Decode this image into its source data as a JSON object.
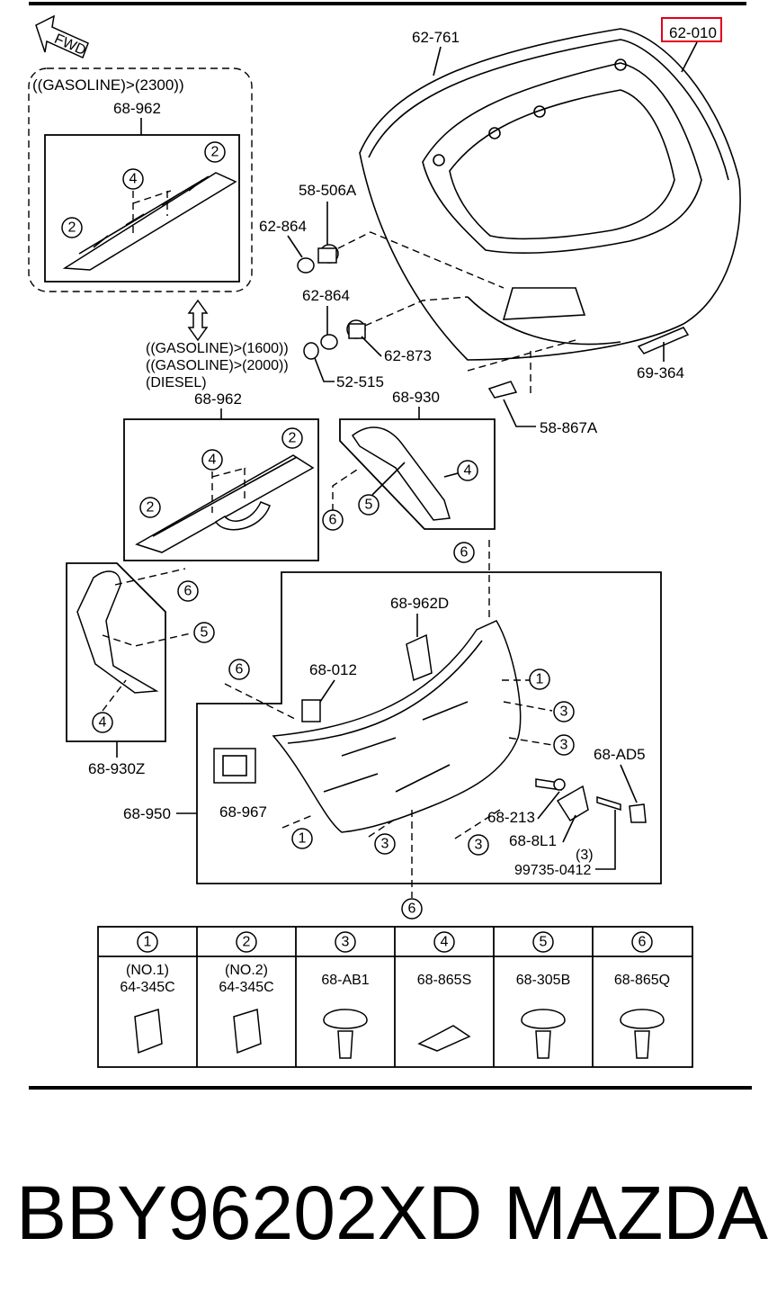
{
  "fwd_label": "FWD",
  "top_inset": {
    "condition": "((GASOLINE)>(2300))",
    "part": "68-962",
    "refs": [
      "4",
      "2",
      "2"
    ]
  },
  "labels": {
    "p62_761": "62-761",
    "p62_010": "62-010",
    "p58_506A": "58-506A",
    "p62_864a": "62-864",
    "p62_864b": "62-864",
    "p62_873": "62-873",
    "p52_515": "52-515",
    "p69_364": "69-364",
    "p58_867A": "58-867A",
    "p68_930": "68-930",
    "p68_962": "68-962",
    "p68_962D": "68-962D",
    "p68_012": "68-012",
    "p68_AD5": "68-AD5",
    "p68_213": "68-213",
    "p68_8L1": "68-8L1",
    "p3": "(3)",
    "p99735": "99735-0412",
    "p68_967": "68-967",
    "p68_950": "68-950",
    "p68_930Z": "68-930Z"
  },
  "conditions": [
    "((GASOLINE)>(1600))",
    "((GASOLINE)>(2000))",
    "(DIESEL)"
  ],
  "refs": {
    "r1": "1",
    "r2": "2",
    "r3": "3",
    "r4": "4",
    "r5": "5",
    "r6": "6"
  },
  "highlight_color": "#e0001a",
  "fastener_table": [
    {
      "num": "1",
      "sub": "(NO.1)",
      "part": "64-345C"
    },
    {
      "num": "2",
      "sub": "(NO.2)",
      "part": "64-345C"
    },
    {
      "num": "3",
      "sub": "",
      "part": "68-AB1"
    },
    {
      "num": "4",
      "sub": "",
      "part": "68-865S"
    },
    {
      "num": "5",
      "sub": "",
      "part": "68-305B"
    },
    {
      "num": "6",
      "sub": "",
      "part": "68-865Q"
    }
  ],
  "footer": {
    "part_number": "BBY96202XD",
    "brand": "MAZDA"
  }
}
